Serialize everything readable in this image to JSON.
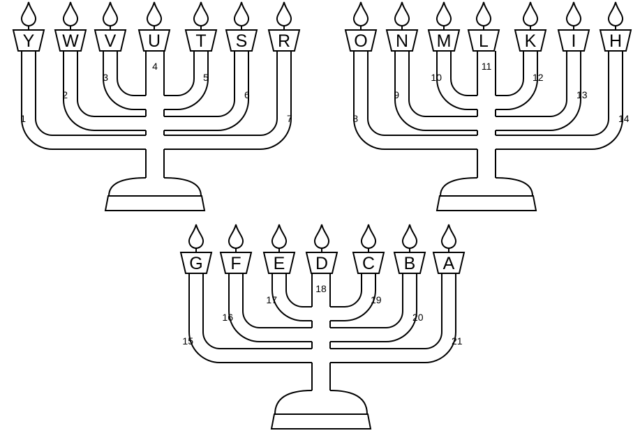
{
  "menorahs": [
    {
      "candles": [
        "Y",
        "W",
        "V",
        "U",
        "T",
        "S",
        "R"
      ],
      "arm_numbers": [
        "1",
        "2",
        "3",
        "4",
        "5",
        "6",
        "7"
      ]
    },
    {
      "candles": [
        "O",
        "N",
        "M",
        "L",
        "K",
        "I",
        "H"
      ],
      "arm_numbers": [
        "8",
        "9",
        "10",
        "11",
        "12",
        "13",
        "14"
      ]
    },
    {
      "candles": [
        "G",
        "F",
        "E",
        "D",
        "C",
        "B",
        "A"
      ],
      "arm_numbers": [
        "15",
        "16",
        "17",
        "18",
        "19",
        "20",
        "21"
      ]
    }
  ]
}
